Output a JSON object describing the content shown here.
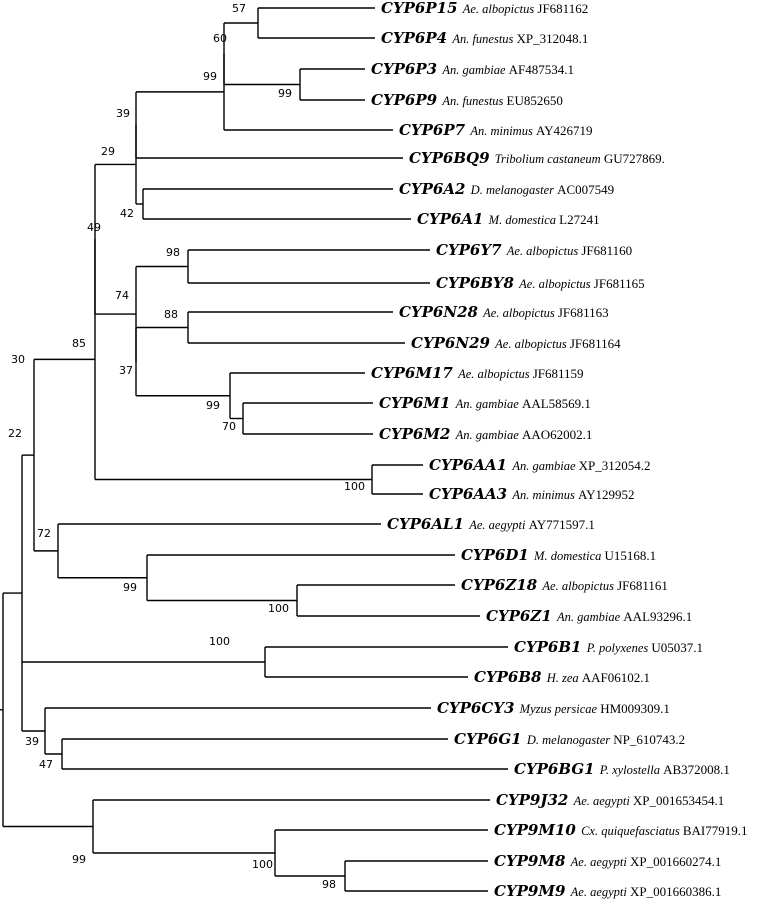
{
  "leaves": [
    {
      "gene": "CYP6P15",
      "species": "Ae. albopictus",
      "accession": "JF681162"
    },
    {
      "gene": "CYP6P4",
      "species": "An. funestus",
      "accession": "XP_312048.1"
    },
    {
      "gene": "CYP6P3",
      "species": "An. gambiae",
      "accession": "AF487534.1"
    },
    {
      "gene": "CYP6P9",
      "species": "An. funestus",
      "accession": "EU852650"
    },
    {
      "gene": "CYP6P7",
      "species": "An. minimus",
      "accession": "AY426719"
    },
    {
      "gene": "CYP6BQ9",
      "species": "Tribolium castaneum",
      "accession": "GU727869."
    },
    {
      "gene": "CYP6A2",
      "species": "D. melanogaster",
      "accession": "AC007549"
    },
    {
      "gene": "CYP6A1",
      "species": "M. domestica",
      "accession": "L27241"
    },
    {
      "gene": "CYP6Y7",
      "species": "Ae. albopictus",
      "accession": "JF681160"
    },
    {
      "gene": "CYP6BY8",
      "species": "Ae. albopictus",
      "accession": "JF681165"
    },
    {
      "gene": "CYP6N28",
      "species": "Ae. albopictus",
      "accession": "JF681163"
    },
    {
      "gene": "CYP6N29",
      "species": "Ae. albopictus",
      "accession": "JF681164"
    },
    {
      "gene": "CYP6M17",
      "species": "Ae. albopictus",
      "accession": "JF681159"
    },
    {
      "gene": "CYP6M1",
      "species": "An. gambiae",
      "accession": "AAL58569.1"
    },
    {
      "gene": "CYP6M2",
      "species": "An. gambiae",
      "accession": "AAO62002.1"
    },
    {
      "gene": "CYP6AA1",
      "species": "An. gambiae",
      "accession": "XP_312054.2"
    },
    {
      "gene": "CYP6AA3",
      "species": "An. minimus",
      "accession": "AY129952"
    },
    {
      "gene": "CYP6AL1",
      "species": "Ae. aegypti",
      "accession": "AY771597.1"
    },
    {
      "gene": "CYP6D1",
      "species": "M. domestica",
      "accession": "U15168.1"
    },
    {
      "gene": "CYP6Z18",
      "species": "Ae. albopictus",
      "accession": "JF681161"
    },
    {
      "gene": "CYP6Z1",
      "species": "An. gambiae",
      "accession": "AAL93296.1"
    },
    {
      "gene": "CYP6B1",
      "species": "P. polyxenes",
      "accession": "U05037.1"
    },
    {
      "gene": "CYP6B8",
      "species": "H. zea",
      "accession": "AAF06102.1"
    },
    {
      "gene": "CYP6CY3",
      "species": "Myzus persicae",
      "accession": "HM009309.1"
    },
    {
      "gene": "CYP6G1",
      "species": "D. melanogaster",
      "accession": "NP_610743.2"
    },
    {
      "gene": "CYP6BG1",
      "species": "P. xylostella",
      "accession": "AB372008.1"
    },
    {
      "gene": "CYP9J32",
      "species": "Ae. aegypti",
      "accession": "XP_001653454.1"
    },
    {
      "gene": "CYP9M10",
      "species": "Cx. quiquefasciatus",
      "accession": "BAI77919.1"
    },
    {
      "gene": "CYP9M8",
      "species": "Ae. aegypti",
      "accession": "XP_001660274.1"
    },
    {
      "gene": "CYP9M9",
      "species": "Ae. aegypti",
      "accession": "XP_001660386.1"
    }
  ],
  "bootstrap": [
    "57",
    "60",
    "99",
    "99",
    "39",
    "29",
    "42",
    "49",
    "98",
    "74",
    "88",
    "37",
    "99",
    "70",
    "85",
    "100",
    "30",
    "72",
    "99",
    "100",
    "22",
    "100",
    "39",
    "47",
    "99",
    "100",
    "98"
  ]
}
